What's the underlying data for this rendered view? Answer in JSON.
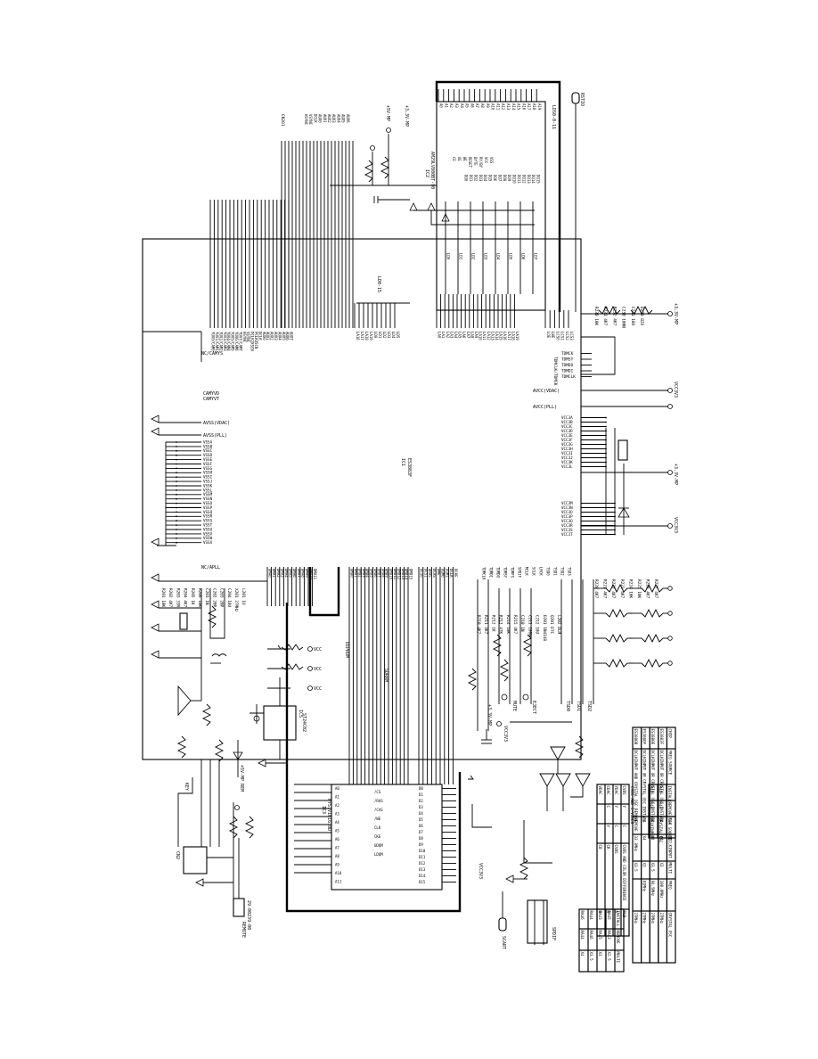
{
  "main_ic": {
    "ref": "IC1",
    "part": "ES3883F",
    "nc_bot": "NC/APLL",
    "nc_top": "NC/CAMYS"
  },
  "power_labels": {
    "avss_vdac": "AVSS(VDAC)",
    "avss_pll": "AVSS(PLL)",
    "avcc_vdac": "AVCC(VDAC)",
    "avcc_pll": "AVCC(PLL)",
    "camyvd": "CAMYVD",
    "camyvt": "CAMYVT",
    "p33v_mp_1": "+3.3V-MP",
    "p33v_mp_2": "+3.3V-MP",
    "p33v_mp_3": "+3.3V-MP",
    "p5v_mp": "+5V-MP",
    "p5v_mp_rem": "+5V-MP REM",
    "vcc3v3_a": "VCC3V3",
    "vcc3v3_b": "VCC3V3",
    "vcc3v3_c": "VCC3V3"
  },
  "flash_ic": {
    "ref": "IC2",
    "part": "AM29LV800BT-90",
    "code": "LDS0-0-11"
  },
  "sdram_ic": {
    "ref": "IC3",
    "part": "HY57V161610D",
    "label": "SDRAM"
  },
  "eeprom_ic": {
    "ref": "IC5",
    "part": "ST24C02",
    "label": "EEPROM"
  },
  "connectors": {
    "remote": "REMOTE",
    "remote_pn": "29-00239-00",
    "cn2": "CN2",
    "key": "KEY",
    "mute": "MUTE",
    "eject": "EJECT",
    "spdif": "SPDIF",
    "scart": "SCART",
    "rstio": "RSTIO",
    "jtag": [
      "TDMCK",
      "TDMSY",
      "TDMDO",
      "TDMDI",
      "TDMCLK"
    ],
    "jtag_title": "TDMCLK/TDMCK"
  },
  "vss_pins": [
    "VSSA",
    "VSSB",
    "VSSC",
    "VSSD",
    "VSSE",
    "VSSF",
    "VSSG",
    "VSSH",
    "VSSI",
    "VSSJ",
    "VSSK",
    "VSSL",
    "VSSM",
    "VSSN",
    "VSSO",
    "VSSP",
    "VSSQ",
    "VSSR",
    "VSSS",
    "VSST",
    "VSSU",
    "VSSV",
    "VSSW",
    "VSSX"
  ],
  "vcc_pins": [
    "VCC3A",
    "VCC3B",
    "VCC3C",
    "VCC3D",
    "VCC3E",
    "VCC3F",
    "VCC3G",
    "VCC3H",
    "VCC3I",
    "VCC3J",
    "VCC3K",
    "VCC3L"
  ],
  "vcc_pins2": [
    "VCC3M",
    "VCC3N",
    "VCC3O",
    "VCC3P",
    "VCC3Q",
    "VCC3R",
    "VCC3S",
    "VCC3T"
  ],
  "dram_addr": [
    "DMA0",
    "DMA1",
    "DMA2",
    "DMA3",
    "DMA4",
    "DMA5",
    "DMA6",
    "DMA7",
    "DMA8",
    "DMA9",
    "DMA10",
    "DMA11"
  ],
  "dram_data": [
    "DMD0",
    "DMD1",
    "DMD2",
    "DMD3",
    "DMD4",
    "DMD5",
    "DMD6",
    "DMD7",
    "DMD8",
    "DMD9",
    "DMD10",
    "DMD11",
    "DMD12",
    "DMD13",
    "DMD14",
    "DMD15"
  ],
  "host_addr": [
    "LA0",
    "LA1",
    "LA2",
    "LA3",
    "LA4",
    "LA5",
    "LA6",
    "LA7",
    "LA8",
    "LA9",
    "LA10",
    "LA11",
    "LA12",
    "LA13",
    "LA14",
    "LA15",
    "LA16",
    "LA17",
    "LA18",
    "LA19"
  ],
  "host_data": [
    "LD0",
    "LD1",
    "LD2",
    "LD3",
    "LD4",
    "LD5",
    "LD6",
    "LD7"
  ],
  "flash_addr": [
    "A0",
    "A1",
    "A2",
    "A3",
    "A4",
    "A5",
    "A6",
    "A7",
    "A8",
    "A9",
    "A10",
    "A11",
    "A12",
    "A13",
    "A14",
    "A15",
    "A16",
    "A17",
    "A18",
    "A19"
  ],
  "flash_data": [
    "DQ0",
    "DQ1",
    "DQ2",
    "DQ3",
    "DQ4",
    "DQ5",
    "DQ6",
    "DQ7",
    "DQ8",
    "DQ9",
    "DQ10",
    "DQ11",
    "DQ12",
    "DQ13",
    "DQ14",
    "DQ15"
  ],
  "video_out": [
    "YUV0/CAM0",
    "YUV1/CAM1",
    "YUV2/CAM2",
    "YUV3/CAM3",
    "YUV4/CAM4",
    "YUV5/CAM5",
    "YUV6/CAM6",
    "YUV7/CAM7",
    "HSYNC",
    "VSYNC",
    "PCLK2XSCN",
    "PCLKQSCN",
    "DCLK",
    "AUX0",
    "AUX1",
    "AUX2",
    "AUX3",
    "AUX4",
    "AUX5",
    "AUX6",
    "AUX7"
  ],
  "audio_out": [
    "TDMCLK",
    "TDMDI",
    "TDMDO",
    "TDMSY",
    "TDMFS",
    "SPDIF",
    "MCLK",
    "SCLK",
    "LRCK",
    "TSD0",
    "TSD1",
    "TSD2",
    "TSD3"
  ],
  "passives_left": [
    "R201 10K",
    "R202 4K7",
    "R203 33R",
    "R204 4K7",
    "R205 1K",
    "R206 10K",
    "C201 1N",
    "C202 20P",
    "C203 20P",
    "C204 10U",
    "X201 27MHz",
    "L201 1U"
  ],
  "passives_mid": [
    "R210 4K7",
    "R211 4K7",
    "R212 1K",
    "R213 47K",
    "R214 10K",
    "R215 4K7",
    "C210 1N",
    "C211 100N",
    "C212 10U",
    "D201 1N4148",
    "Q201 DTC",
    "L202 BLM"
  ],
  "passives_bot": [
    "R220 4K7",
    "R221 4K7",
    "R222 4K7",
    "R223 4K7",
    "R224 10K",
    "R225 10K",
    "R226 4K7",
    "R227 4K7"
  ],
  "passives_rt": [
    "R230 10K",
    "R231 4K7",
    "R232 4K7",
    "C230 100N",
    "C231 10U",
    "D230 BZX"
  ],
  "config_table": {
    "headers": [
      "CHIP",
      "FREQ SOURCE",
      "R44",
      "DECLKINPUT",
      "MULTI",
      "FREQ",
      "CRYSTAL OSC"
    ],
    "rows": [
      [
        "ES3883F",
        "DCLKINPUT OR CRYSTAL OSC INSTALL",
        "R4",
        "Y4",
        "X3",
        "100.0MHz",
        "27MHz"
      ],
      [
        "ES3880E",
        "DCLKINPUT OR CRYSTAL OSC INSTALL",
        "R4",
        "X4",
        "X3.5",
        "94.5MHz",
        "27MHz"
      ],
      [
        "ES3880F",
        "DCLKINPUT OR CRYSTAL OSC INSTALL",
        "R4",
        "X4",
        "X3",
        "81MHz",
        "27MHz"
      ],
      [
        "ES3880B",
        "DCLKINPUT AND CRYSTAL OSC REMOVE",
        "REMOVE",
        "33.3MHz",
        "X3.5",
        "",
        "27MHz"
      ]
    ]
  },
  "install_table": {
    "headers": [
      "INSTALL",
      "REMOVE",
      "CLK SOURCE"
    ],
    "rows": [
      [
        "R44",
        "R43",
        "CRYSTAL OSC"
      ],
      [
        "R43",
        "R44",
        "DCLKINPUT"
      ]
    ]
  },
  "video_table": {
    "title": "CVBS AND S-VIDEO",
    "cols": [
      "CVBS",
      "Y",
      "C",
      "CVBS AND COLOR DIFFERENCE",
      "RGB"
    ],
    "rows": [
      [
        "YDAC",
        "Y",
        "C",
        "CVBS",
        "G"
      ],
      [
        "CDAC",
        "C",
        "Y",
        "CR",
        "R"
      ],
      [
        "VDAC",
        "",
        "",
        "CB",
        "B"
      ]
    ]
  },
  "install2_table": {
    "headers": [
      "INSTALL",
      "REMOVE",
      "MULTI"
    ],
    "rows": [
      [
        "RA45",
        "RA43",
        "X2.5"
      ],
      [
        "RA43",
        "RA45",
        "X3"
      ],
      [
        "RA44",
        "RA46",
        "X3.5"
      ],
      [
        "RA46",
        "RA44",
        "X4"
      ]
    ]
  }
}
